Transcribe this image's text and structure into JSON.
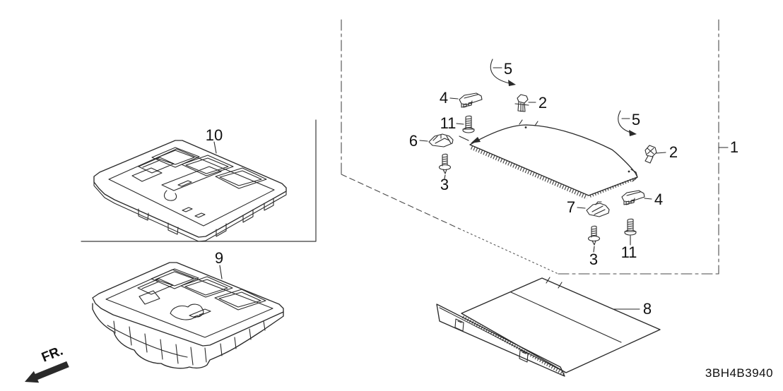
{
  "diagram": {
    "code": "3BH4B3940",
    "fr_indicator": "FR.",
    "background_color": "#ffffff",
    "line_color": "#2a2a2a",
    "text_color": "#101010"
  },
  "callouts": [
    {
      "id": "upper-tray",
      "text": "10"
    },
    {
      "id": "lower-tray",
      "text": "9"
    },
    {
      "id": "fastener-5-left",
      "text": "5"
    },
    {
      "id": "clip-4-left",
      "text": "4"
    },
    {
      "id": "clip-2-left",
      "text": "2"
    },
    {
      "id": "screw-11-left",
      "text": "11"
    },
    {
      "id": "clip-6",
      "text": "6"
    },
    {
      "id": "screw-3-left",
      "text": "3"
    },
    {
      "id": "fastener-5-right",
      "text": "5"
    },
    {
      "id": "clip-2-right",
      "text": "2"
    },
    {
      "id": "clip-7",
      "text": "7"
    },
    {
      "id": "clip-4-right",
      "text": "4"
    },
    {
      "id": "screw-3-right",
      "text": "3"
    },
    {
      "id": "screw-11-right",
      "text": "11"
    },
    {
      "id": "shelf-assembly-1",
      "text": "1"
    },
    {
      "id": "cargo-cover-8",
      "text": "8"
    }
  ]
}
